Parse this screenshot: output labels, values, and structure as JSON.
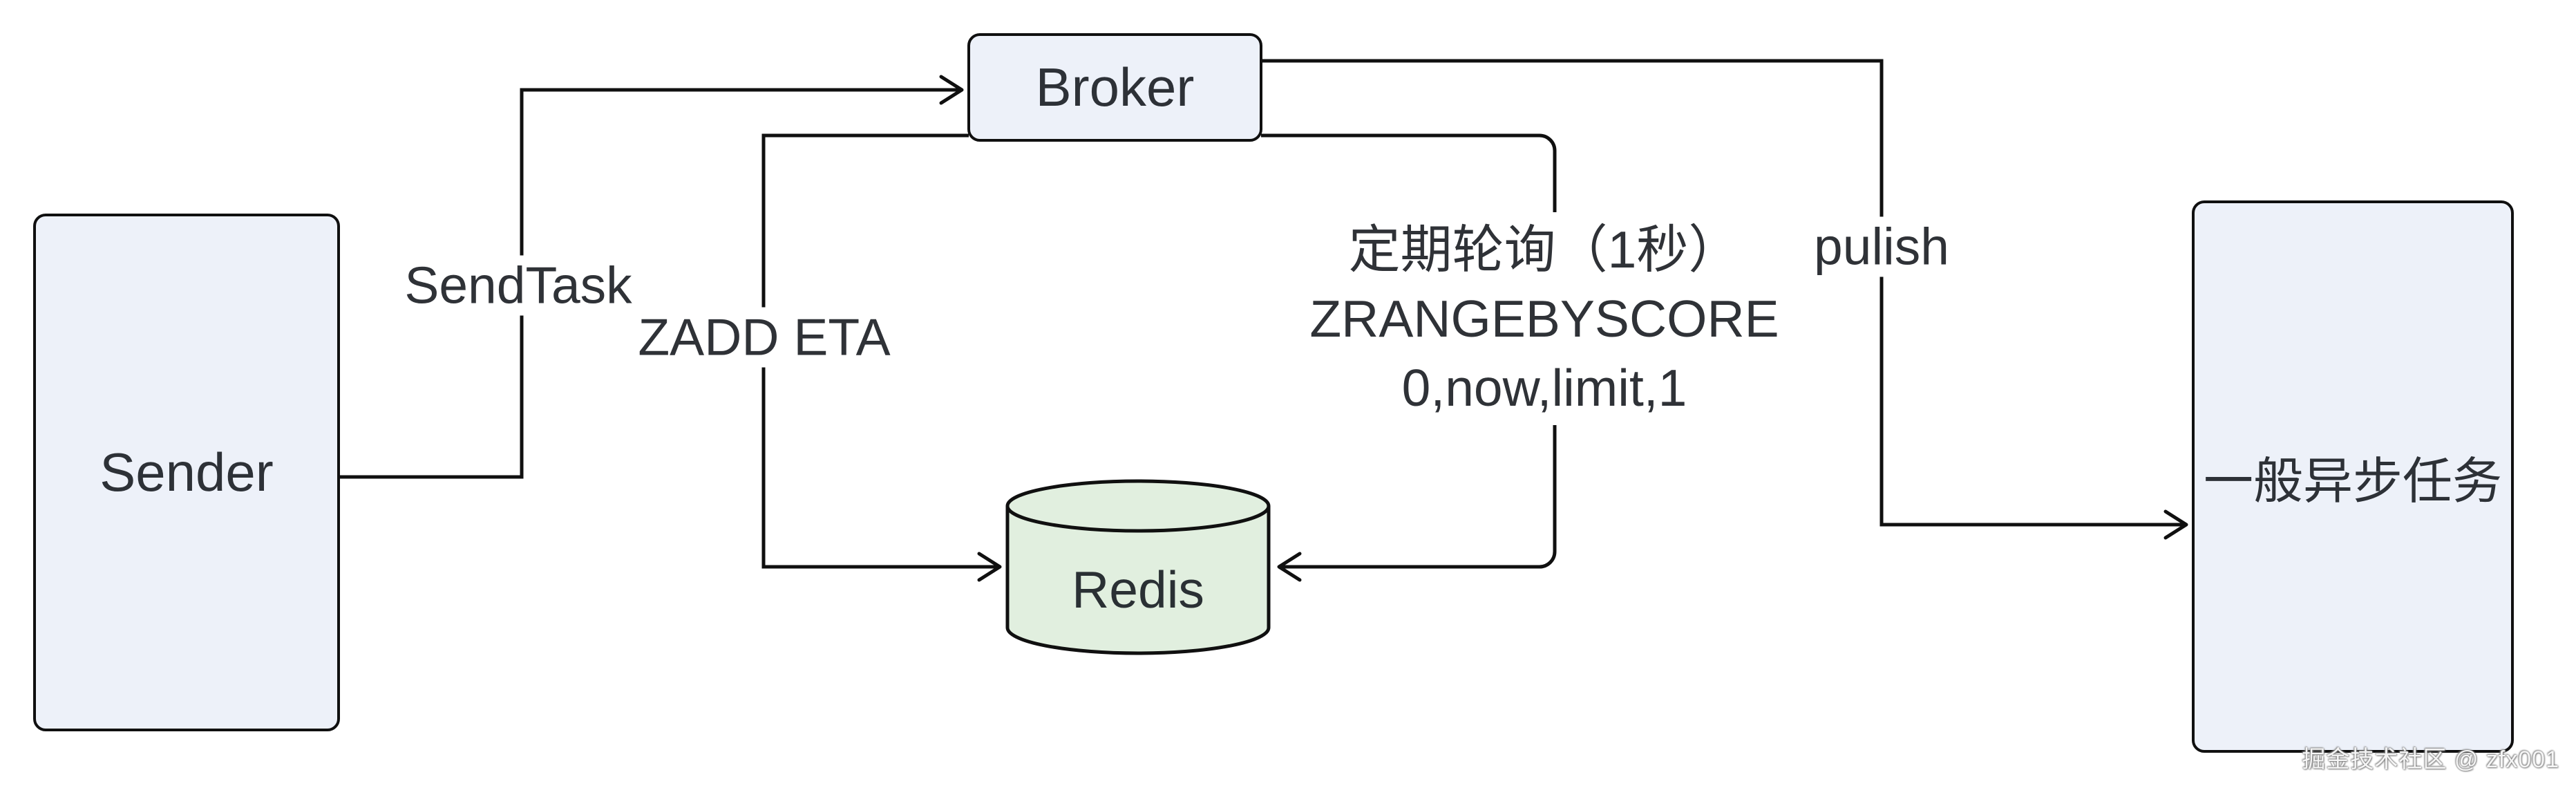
{
  "diagram": {
    "background": "#ffffff",
    "nodes": {
      "sender": {
        "label": "Sender"
      },
      "broker": {
        "label": "Broker"
      },
      "redis": {
        "label": "Redis"
      },
      "task": {
        "label": "一般异步任务"
      }
    },
    "edges": {
      "send_task": {
        "label": "SendTask",
        "from": "sender",
        "to": "broker"
      },
      "zadd": {
        "label": "ZADD ETA",
        "from": "broker",
        "to": "redis"
      },
      "poll": {
        "lines": [
          "定期轮询（1秒）",
          "ZRANGEBYSCORE",
          "0,now,limit,1"
        ],
        "from": "broker",
        "to": "redis"
      },
      "publish": {
        "label": "pulish",
        "from": "broker",
        "to": "task"
      }
    },
    "watermark": "掘金技术社区 @ zfx001",
    "colors": {
      "node_fill": "#edf1f9",
      "redis_fill": "#e1efdf",
      "stroke": "#101010",
      "text": "#2f3237"
    }
  }
}
